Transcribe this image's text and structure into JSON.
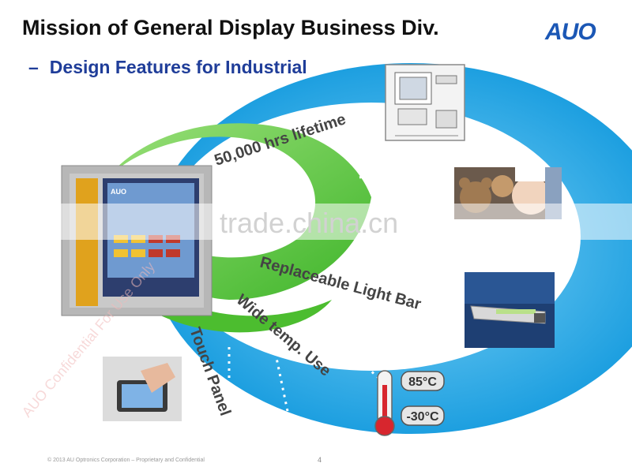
{
  "slide": {
    "title": "Mission of General Display Business Div.",
    "subtitle_bullet": "–",
    "subtitle": "Design Features for Industrial",
    "logo": "AUO",
    "footer": "© 2013 AU Optronics Corporation – Proprietary and Confidential",
    "page_number": "4"
  },
  "features": {
    "lifetime": "50,000 hrs lifetime",
    "light_bar": "Replaceable Light Bar",
    "wide_temp": "Wide temp. Use",
    "touch": "Touch Panel"
  },
  "temperatures": {
    "high": "85°C",
    "low": "-30°C"
  },
  "hmi_screen": {
    "brand": "AUO"
  },
  "watermarks": {
    "diagonal": "AUO Confidential For Use Only",
    "site": "trade.china.cn"
  },
  "colors": {
    "title": "#111111",
    "subtitle": "#1f3d99",
    "logo": "#1b57b5",
    "ring_blue": "#22a9e6",
    "ring_green": "#5fc73a"
  },
  "icons": [
    "kiosk-icon",
    "teddy-bear-baby-photo",
    "light-bar-photo",
    "thermometer-icon",
    "touch-hand-icon",
    "industrial-panel-photo"
  ]
}
